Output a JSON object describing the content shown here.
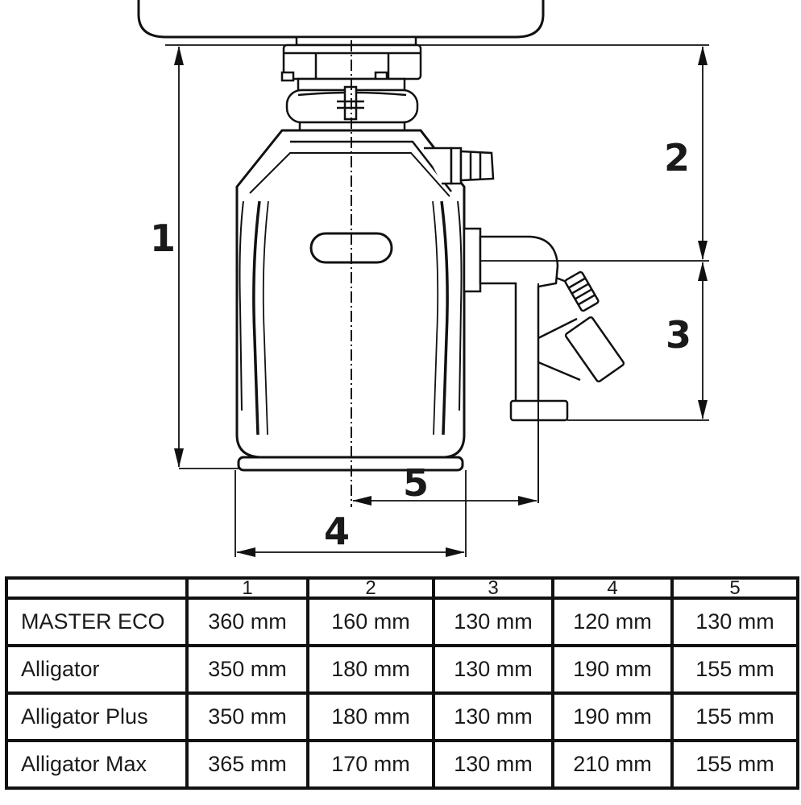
{
  "diagram": {
    "dimension_labels": [
      "1",
      "2",
      "3",
      "4",
      "5"
    ]
  },
  "table": {
    "headers": [
      "",
      "1",
      "2",
      "3",
      "4",
      "5"
    ],
    "rows": [
      {
        "model": "MASTER ECO",
        "values": [
          "360 mm",
          "160 mm",
          "130 mm",
          "120 mm",
          "130 mm"
        ]
      },
      {
        "model": "Alligator",
        "values": [
          "350 mm",
          "180 mm",
          "130 mm",
          "190 mm",
          "155 mm"
        ]
      },
      {
        "model": "Alligator Plus",
        "values": [
          "350 mm",
          "180 mm",
          "130 mm",
          "190 mm",
          "155 mm"
        ]
      },
      {
        "model": "Alligator Max",
        "values": [
          "365 mm",
          "170 mm",
          "130 mm",
          "210 mm",
          "155 mm"
        ]
      }
    ]
  }
}
